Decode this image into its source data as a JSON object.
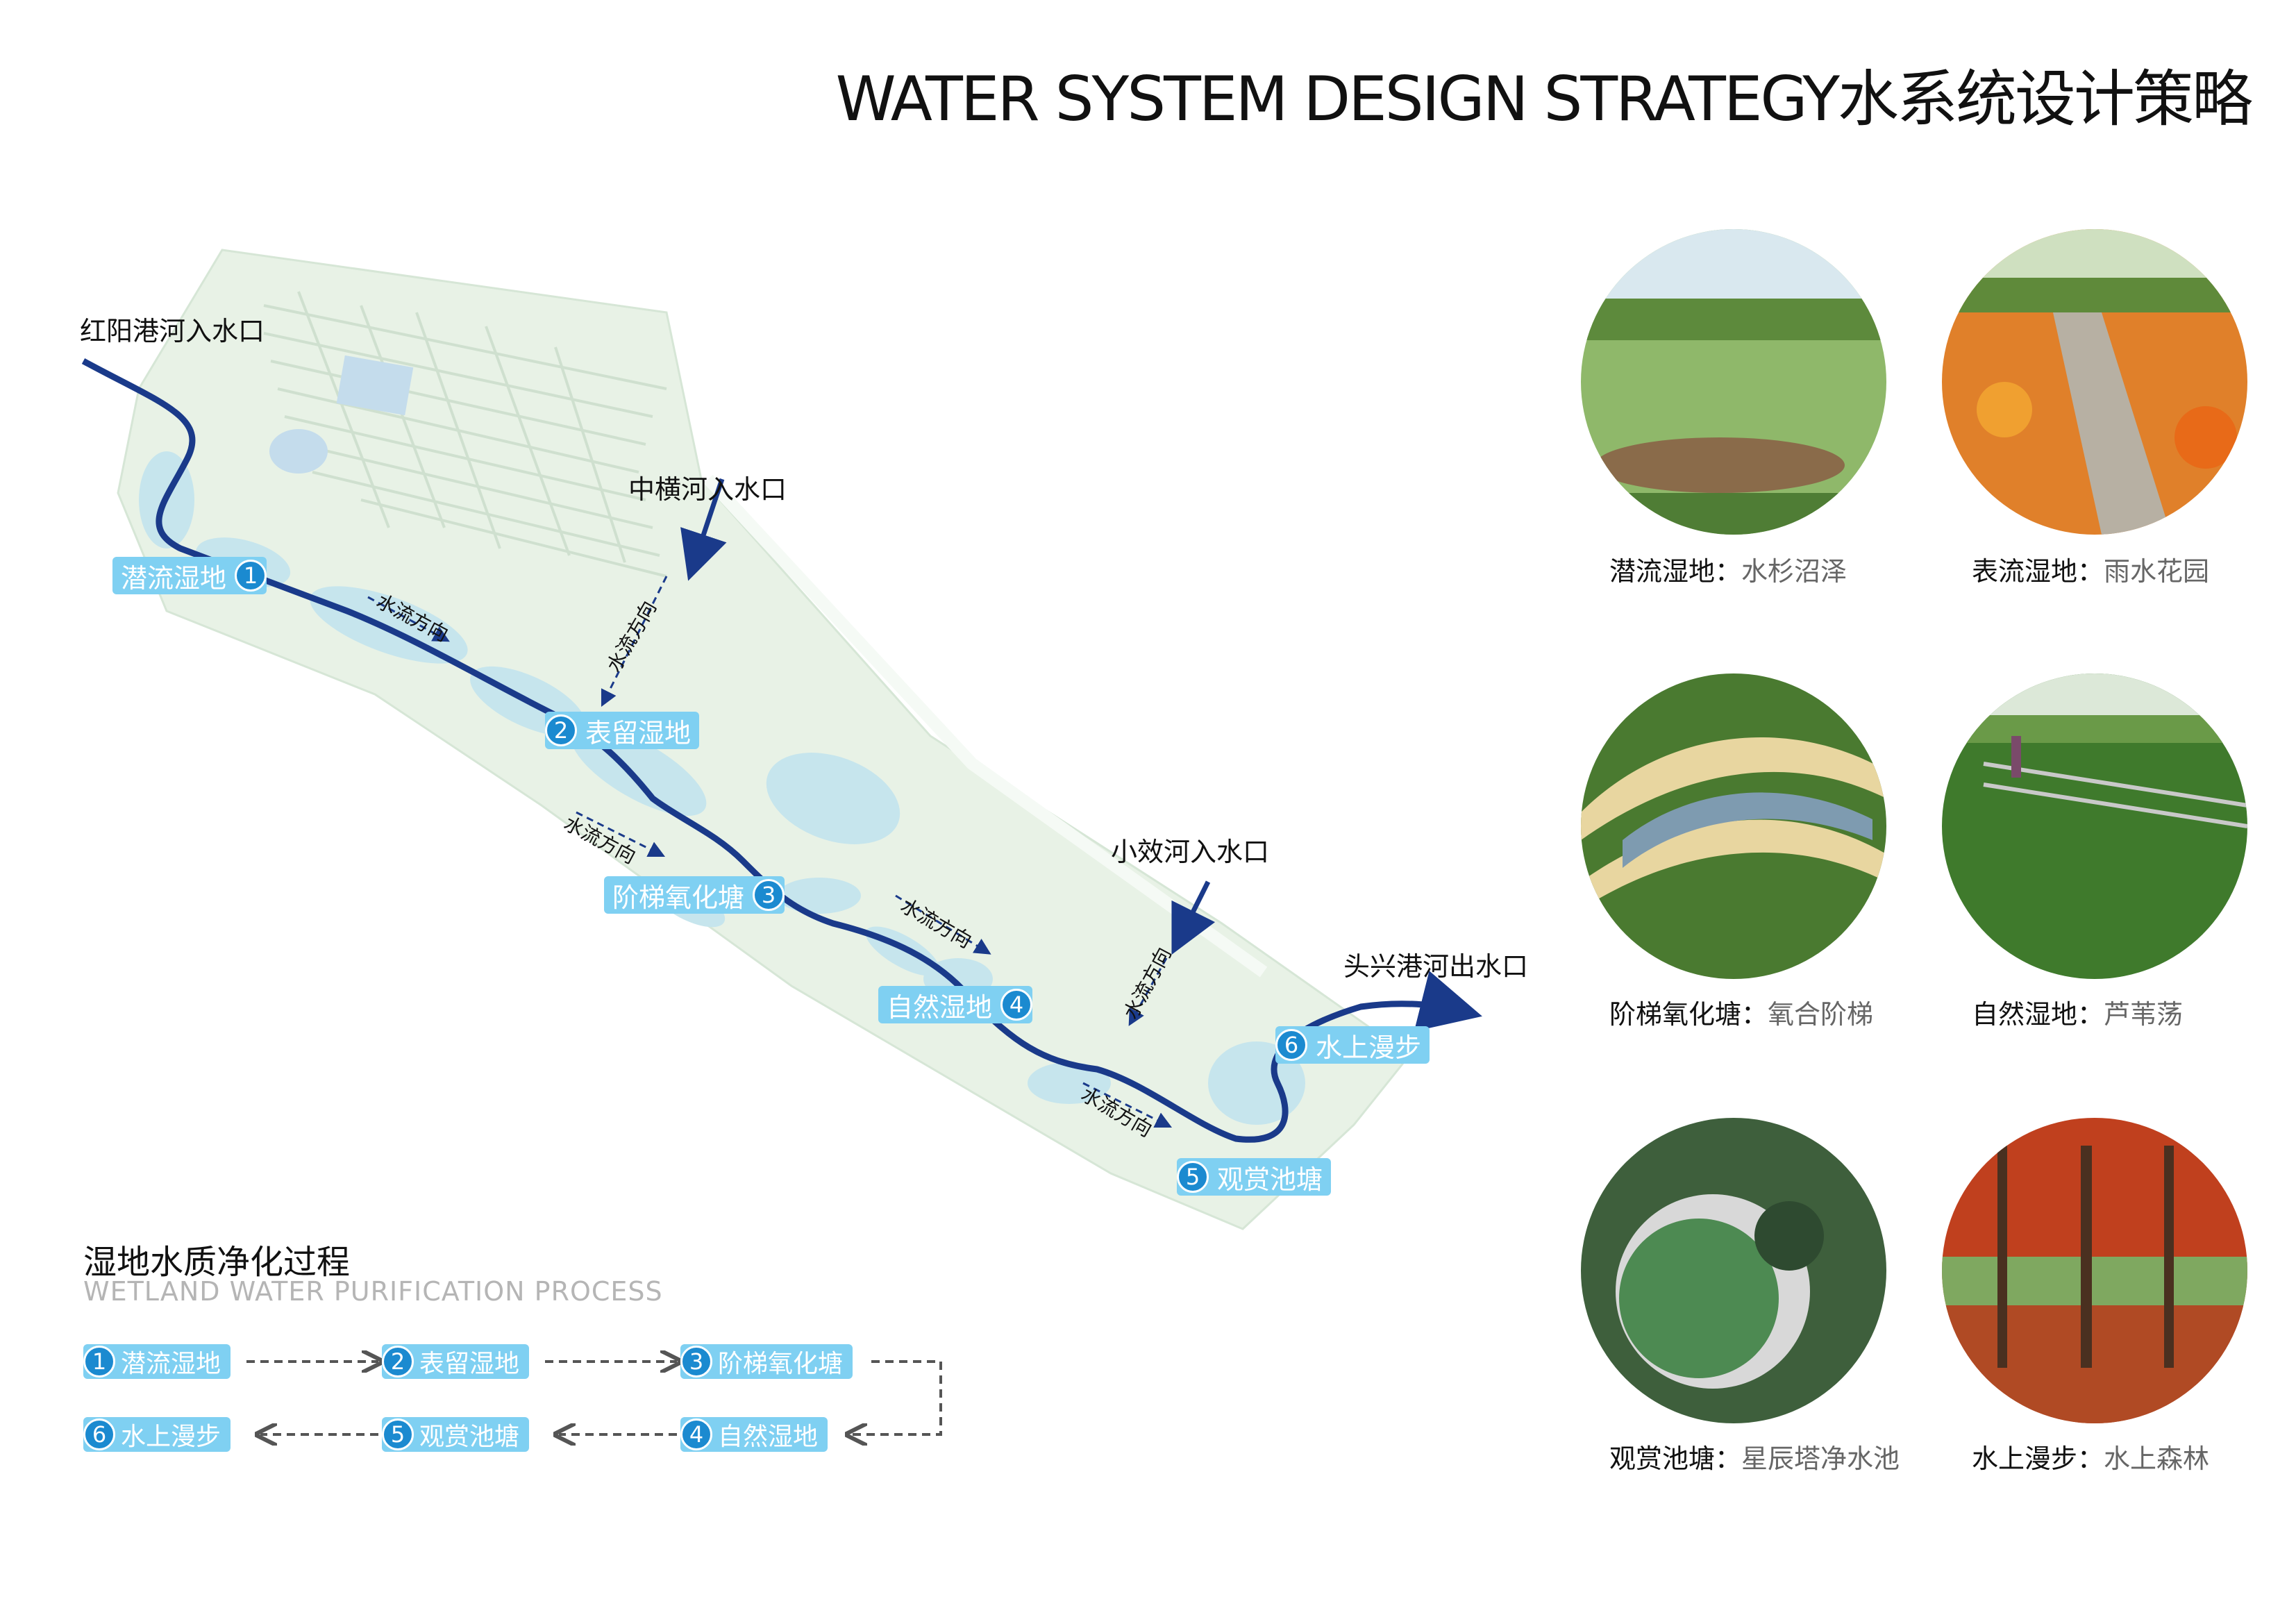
{
  "title": "WATER SYSTEM DESIGN STRATEGY水系统设计策略",
  "map": {
    "inlet_hongyang": "红阳港河入水口",
    "inlet_zhongheng": "中横河入水口",
    "inlet_xiaoxiao": "小效河入水口",
    "outlet_touxing": "头兴港河出水口",
    "flow_label": "水流方向",
    "stages": [
      {
        "num": "1",
        "name": "潜流湿地"
      },
      {
        "num": "2",
        "name": "表留湿地"
      },
      {
        "num": "3",
        "name": "阶梯氧化塘"
      },
      {
        "num": "4",
        "name": "自然湿地"
      },
      {
        "num": "5",
        "name": "观赏池塘"
      },
      {
        "num": "6",
        "name": "水上漫步"
      }
    ]
  },
  "process": {
    "title": "湿地水质净化过程",
    "subtitle": "WETLAND WATER PURIFICATION PROCESS",
    "items": [
      {
        "num": "1",
        "name": "潜流湿地"
      },
      {
        "num": "2",
        "name": "表留湿地"
      },
      {
        "num": "3",
        "name": "阶梯氧化塘"
      },
      {
        "num": "4",
        "name": "自然湿地"
      },
      {
        "num": "5",
        "name": "观赏池塘"
      },
      {
        "num": "6",
        "name": "水上漫步"
      }
    ]
  },
  "photos": [
    {
      "label": "潜流湿地",
      "sep": "：",
      "desc": "水杉沼泽"
    },
    {
      "label": "表流湿地",
      "sep": "：",
      "desc": "雨水花园"
    },
    {
      "label": "阶梯氧化塘",
      "sep": "：",
      "desc": "氧合阶梯"
    },
    {
      "label": "自然湿地",
      "sep": "：",
      "desc": "芦苇荡"
    },
    {
      "label": "观赏池塘",
      "sep": "：",
      "desc": "星辰塔净水池"
    },
    {
      "label": "水上漫步",
      "sep": "：",
      "desc": "水上森林"
    }
  ],
  "colors": {
    "river": "#1a3a8a",
    "badge": "#1b8ad0",
    "label_bg": "#7fd0f2",
    "map_bg": "#e9f3ea",
    "water": "#bfe3ee"
  }
}
